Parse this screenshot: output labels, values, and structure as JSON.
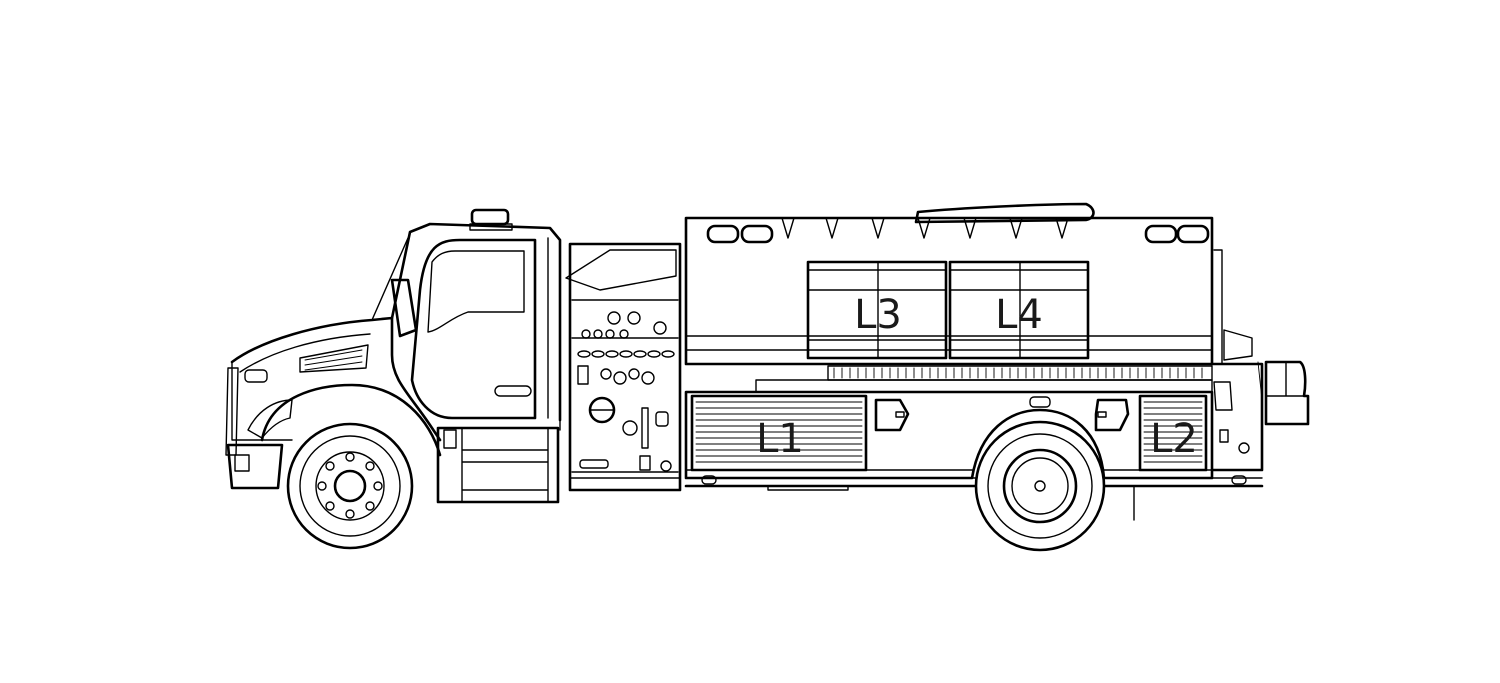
{
  "diagram": {
    "compartments": [
      {
        "id": "L1",
        "label": "L1"
      },
      {
        "id": "L2",
        "label": "L2"
      },
      {
        "id": "L3",
        "label": "L3"
      },
      {
        "id": "L4",
        "label": "L4"
      }
    ]
  },
  "colors": {
    "line": "#000000",
    "background": "#ffffff"
  }
}
